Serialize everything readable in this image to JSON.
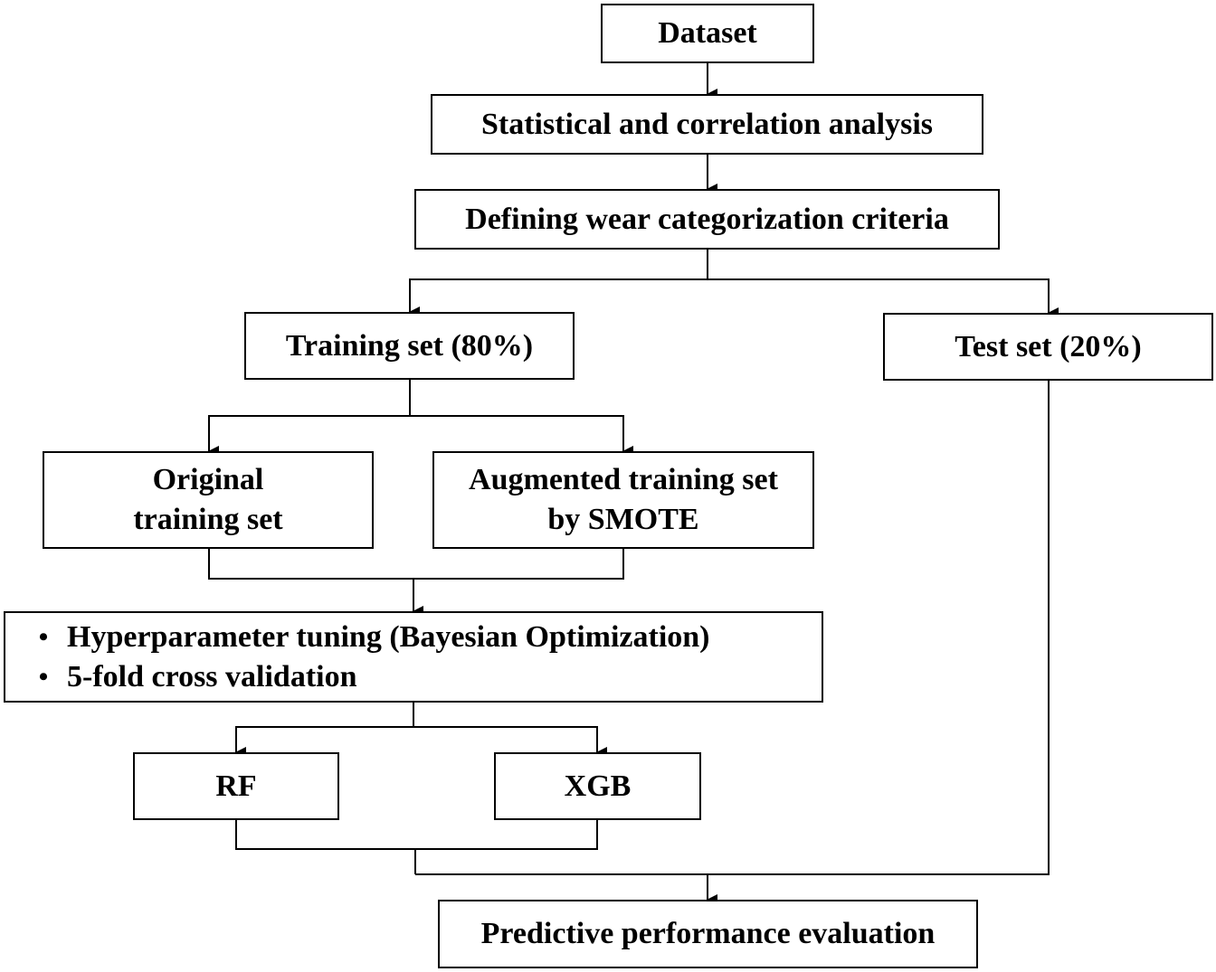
{
  "diagram": {
    "nodes": {
      "dataset": "Dataset",
      "stat_analysis": "Statistical and correlation analysis",
      "criteria": "Defining wear categorization criteria",
      "training_set": "Training set (80%)",
      "test_set": "Test set (20%)",
      "original_training": [
        "Original",
        "training set"
      ],
      "augmented_training": [
        "Augmented training set",
        "by SMOTE"
      ],
      "tuning": {
        "bullet": "•",
        "items": [
          "Hyperparameter tuning (Bayesian Optimization)",
          "5-fold cross validation"
        ]
      },
      "rf": "RF",
      "xgb": "XGB",
      "evaluation": "Predictive performance evaluation"
    },
    "edges": [
      [
        "Dataset",
        "Statistical and correlation analysis"
      ],
      [
        "Statistical and correlation analysis",
        "Defining wear categorization criteria"
      ],
      [
        "Defining wear categorization criteria",
        "Training set (80%)"
      ],
      [
        "Defining wear categorization criteria",
        "Test set (20%)"
      ],
      [
        "Training set (80%)",
        "Original training set"
      ],
      [
        "Training set (80%)",
        "Augmented training set by SMOTE"
      ],
      [
        "Original training set",
        "Hyperparameter tuning (Bayesian Optimization)"
      ],
      [
        "Augmented training set by SMOTE",
        "Hyperparameter tuning (Bayesian Optimization)"
      ],
      [
        "Hyperparameter tuning (Bayesian Optimization)",
        "RF"
      ],
      [
        "Hyperparameter tuning (Bayesian Optimization)",
        "XGB"
      ],
      [
        "RF",
        "Predictive performance evaluation"
      ],
      [
        "XGB",
        "Predictive performance evaluation"
      ],
      [
        "Test set (20%)",
        "Predictive performance evaluation"
      ]
    ],
    "colors": {
      "stroke": "#000000",
      "background": "#ffffff"
    }
  }
}
